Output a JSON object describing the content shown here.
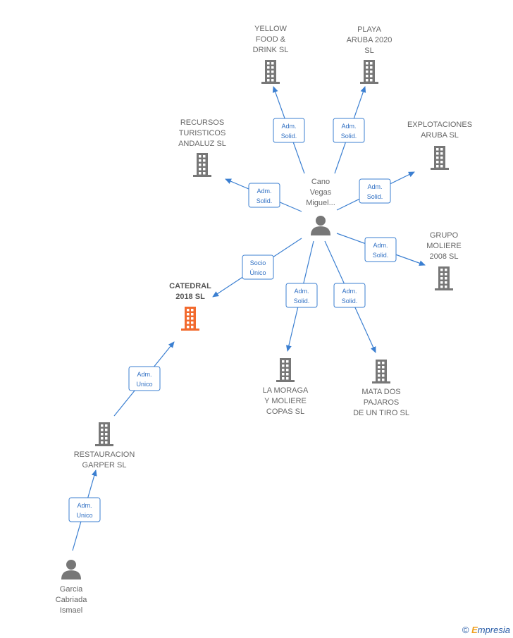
{
  "colors": {
    "edge": "#3b7fd1",
    "company": "#777777",
    "highlight": "#f26a2e",
    "person": "#777777",
    "label_text": "#666666"
  },
  "nodes": [
    {
      "id": "cano",
      "type": "person",
      "label": [
        "Cano",
        "Vegas",
        "Miguel..."
      ]
    },
    {
      "id": "garcia",
      "type": "person",
      "label": [
        "Garcia",
        "Cabriada",
        "Ismael"
      ]
    },
    {
      "id": "yellow",
      "type": "company",
      "label": [
        "YELLOW",
        "FOOD &",
        "DRINK  SL"
      ]
    },
    {
      "id": "playa",
      "type": "company",
      "label": [
        "PLAYA",
        "ARUBA 2020",
        "SL"
      ]
    },
    {
      "id": "recursos",
      "type": "company",
      "label": [
        "RECURSOS",
        "TURISTICOS",
        "ANDALUZ SL"
      ]
    },
    {
      "id": "explotaciones",
      "type": "company",
      "label": [
        "EXPLOTACIONES",
        "ARUBA  SL"
      ]
    },
    {
      "id": "grupo",
      "type": "company",
      "label": [
        "GRUPO",
        "MOLIERE",
        "2008 SL"
      ]
    },
    {
      "id": "catedral",
      "type": "company-highlight",
      "label": [
        "CATEDRAL",
        "2018  SL"
      ]
    },
    {
      "id": "moraga",
      "type": "company",
      "label": [
        "LA MORAGA",
        "Y MOLIERE",
        "COPAS SL"
      ]
    },
    {
      "id": "mata",
      "type": "company",
      "label": [
        "MATA DOS",
        "PAJAROS",
        "DE UN TIRO SL"
      ]
    },
    {
      "id": "restauracion",
      "type": "company",
      "label": [
        "RESTAURACION",
        "GARPER  SL"
      ]
    }
  ],
  "edges": [
    {
      "from": "cano",
      "to": "yellow",
      "label": [
        "Adm.",
        "Solid."
      ]
    },
    {
      "from": "cano",
      "to": "playa",
      "label": [
        "Adm.",
        "Solid."
      ]
    },
    {
      "from": "cano",
      "to": "recursos",
      "label": [
        "Adm.",
        "Solid."
      ]
    },
    {
      "from": "cano",
      "to": "explotaciones",
      "label": [
        "Adm.",
        "Solid."
      ]
    },
    {
      "from": "cano",
      "to": "grupo",
      "label": [
        "Adm.",
        "Solid."
      ]
    },
    {
      "from": "cano",
      "to": "catedral",
      "label": [
        "Socio",
        "Único"
      ]
    },
    {
      "from": "cano",
      "to": "moraga",
      "label": [
        "Adm.",
        "Solid."
      ]
    },
    {
      "from": "cano",
      "to": "mata",
      "label": [
        "Adm.",
        "Solid."
      ]
    },
    {
      "from": "restauracion",
      "to": "catedral",
      "label": [
        "Adm.",
        "Unico"
      ]
    },
    {
      "from": "garcia",
      "to": "restauracion",
      "label": [
        "Adm.",
        "Unico"
      ]
    }
  ],
  "watermark": {
    "copyright": "©",
    "brand_initial": "E",
    "brand_rest": "mpresia"
  }
}
